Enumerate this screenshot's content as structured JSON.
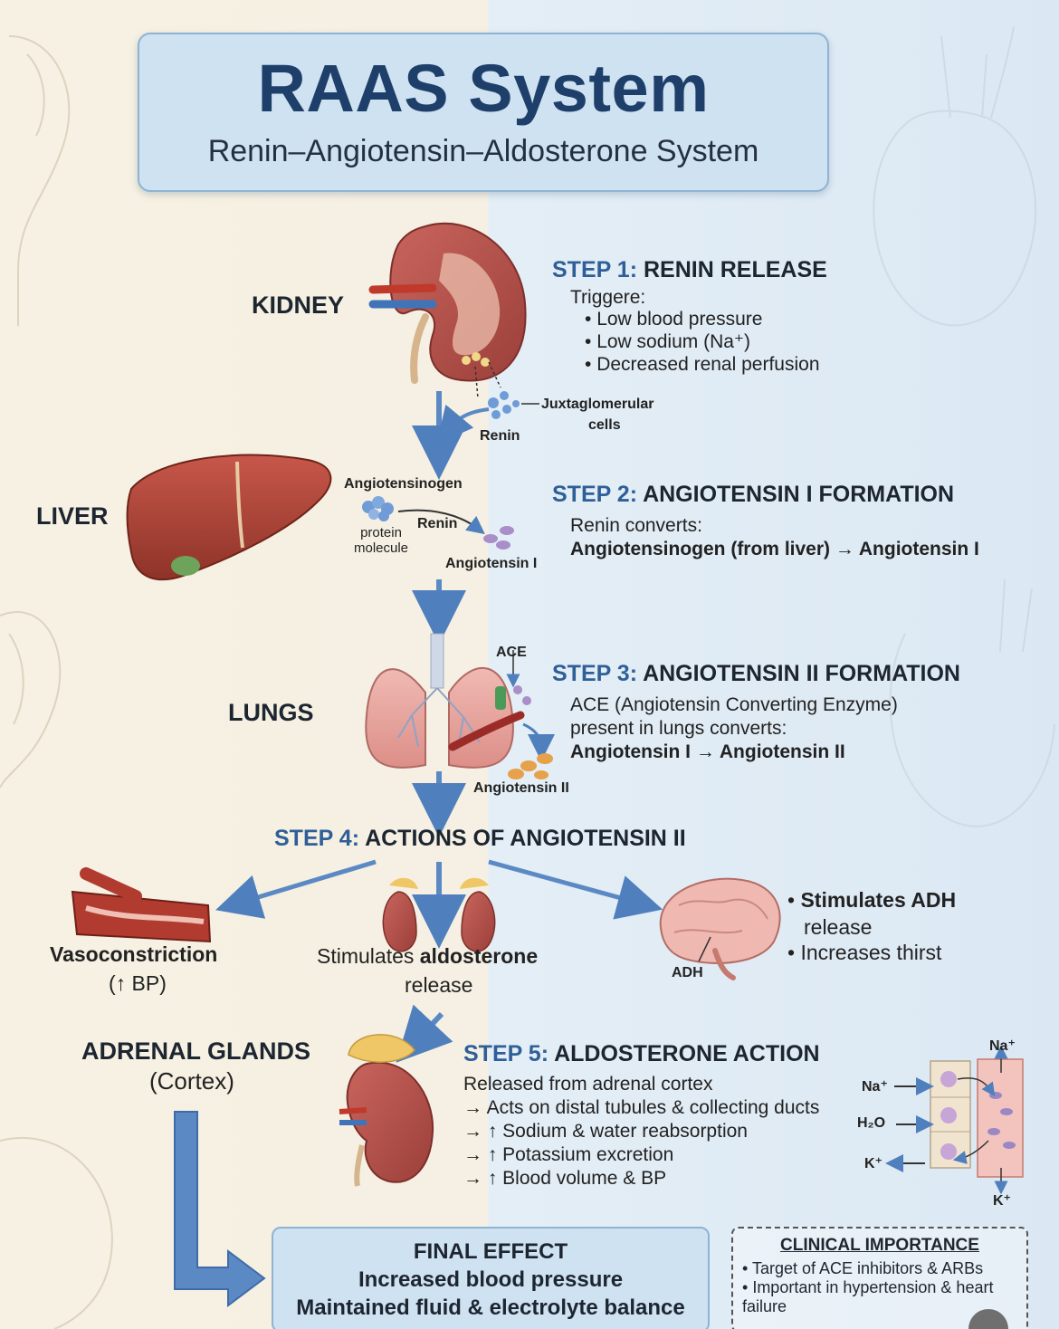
{
  "header": {
    "title": "RAAS System",
    "subtitle": "Renin–Angiotensin–Aldosterone System"
  },
  "organs": {
    "kidney": "KIDNEY",
    "liver": "LIVER",
    "lungs": "LUNGS",
    "adrenal": "ADRENAL GLANDS",
    "adrenal_sub": "(Cortex)"
  },
  "step1": {
    "num": "STEP 1:",
    "title": "RENIN RELEASE",
    "lead": "Triggere:",
    "items": [
      "Low blood pressure",
      "Low sodium (Na⁺)",
      "Decreased renal perfusion"
    ],
    "juxta": "Juxtaglomerular",
    "cells": "cells",
    "renin": "Renin"
  },
  "step2": {
    "num": "STEP 2:",
    "title": "ANGIOTENSIN I FORMATION",
    "lead": "Renin converts:",
    "line": "Angiotensinogen (from liver) → Angiotensin I",
    "angiotensinogen": "Angiotensinogen",
    "protein": "protein",
    "molecule": "molecule",
    "renin": "Renin",
    "ang1": "Angiotensin I"
  },
  "step3": {
    "num": "STEP 3:",
    "title": "ANGIOTENSIN II FORMATION",
    "line1": "ACE (Angiotensin Converting Enzyme)",
    "line2": "present in lungs converts:",
    "line3": "Angiotensin I → Angiotensin II",
    "ace": "ACE",
    "ang2": "Angiotensin II"
  },
  "step4": {
    "num": "STEP 4:",
    "title": "ACTIONS OF ANGIOTENSIN II",
    "vaso": "Vasoconstriction",
    "vaso_bp": "(↑ BP)",
    "aldo_pre": "Stimulates",
    "aldo_bold": "aldosterone",
    "aldo_rel": "release",
    "adh_line1": "Stimulates ADH",
    "adh_line2": "release",
    "thirst": "Increases thirst",
    "adh_label": "ADH"
  },
  "step5": {
    "num": "STEP 5:",
    "title": "ALDOSTERONE ACTION",
    "lead": "Released from adrenal cortex",
    "items": [
      "→ Acts on distal tubules & collecting ducts",
      "→ ↑ Sodium & water reabsorption",
      "→ ↑ Potassium excretion",
      "→ ↑ Blood volume & BP"
    ],
    "na_top": "Na⁺",
    "na_in": "Na⁺",
    "h2o": "H₂O",
    "k_out": "K⁺",
    "k_bottom": "K⁺"
  },
  "final": {
    "title": "FINAL EFFECT",
    "line1": "Increased blood pressure",
    "line2": "Maintained fluid & electrolyte balance"
  },
  "clinical": {
    "title": "CLINICAL IMPORTANCE",
    "items": [
      "Target of ACE inhibitors & ARBs",
      "Important in hypertension & heart failure"
    ]
  },
  "colors": {
    "accent_blue": "#2f5f98",
    "title_blue": "#1f3f6b",
    "arrow_blue": "#5b89c4",
    "organ_red": "#b5524a"
  }
}
